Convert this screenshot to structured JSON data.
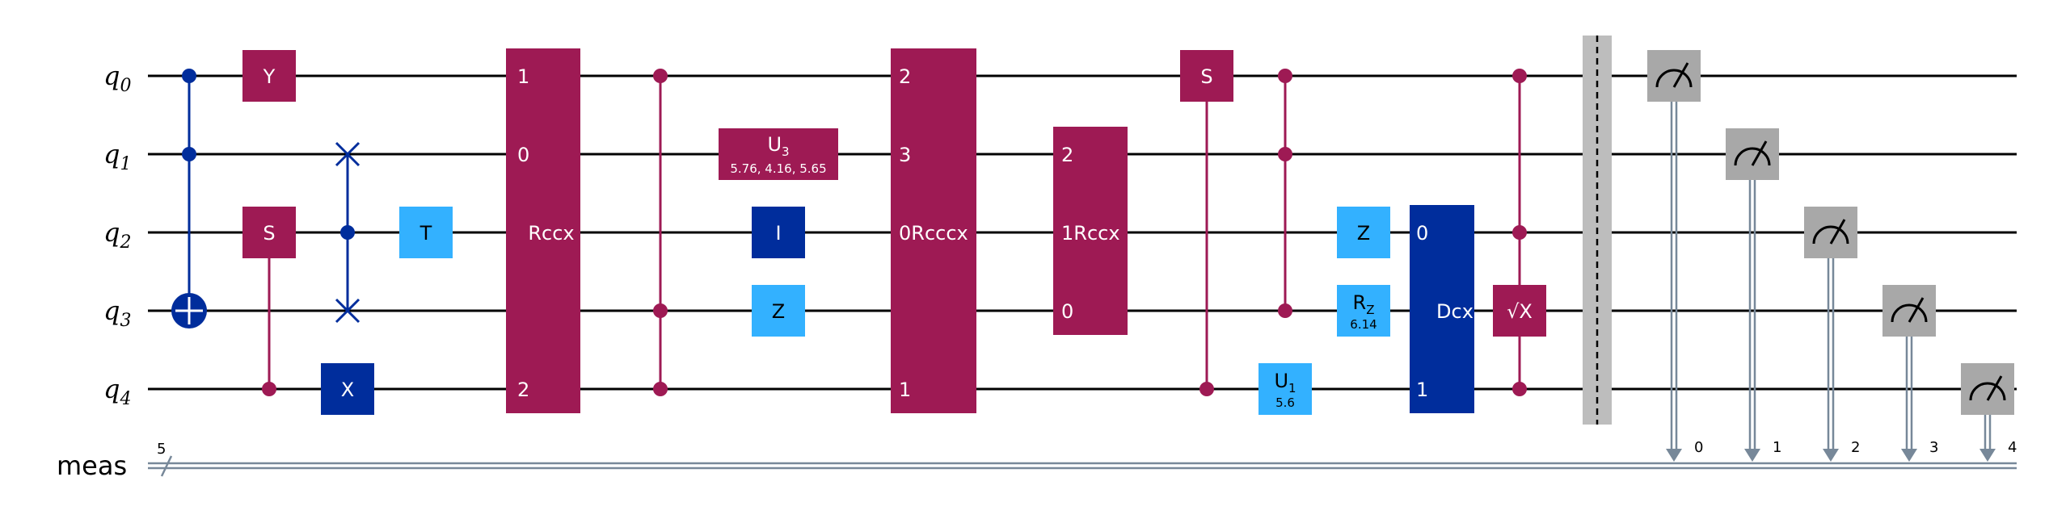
{
  "colors": {
    "maroon": "#9E1A54",
    "navy": "#002D9C",
    "cyan": "#33B1FF",
    "gray": "#A8A8A8",
    "wire": "#000000",
    "classical": "#778899"
  },
  "qubits": [
    {
      "name": "q",
      "index": "0"
    },
    {
      "name": "q",
      "index": "1"
    },
    {
      "name": "q",
      "index": "2"
    },
    {
      "name": "q",
      "index": "3"
    },
    {
      "name": "q",
      "index": "4"
    }
  ],
  "classical_register": {
    "name": "meas",
    "size": "5"
  },
  "gates": {
    "y": "Y",
    "s_q2": "S",
    "x_q4": "X",
    "t": "T",
    "rccx": {
      "label": "Rccx",
      "ports": [
        "1",
        "0",
        "2"
      ]
    },
    "u3": {
      "label": "U",
      "sub": "3",
      "params": "5.76, 4.16, 5.65"
    },
    "i": "I",
    "z_q3": "Z",
    "rcccx": {
      "label": "Rcccx",
      "ports": [
        "2",
        "3",
        "0",
        "1"
      ]
    },
    "rccx2": {
      "label": "Rccx",
      "ports": [
        "2",
        "1",
        "0"
      ]
    },
    "s_q0": "S",
    "u1": {
      "label": "U",
      "sub": "1",
      "params": "5.6"
    },
    "z_q2": "Z",
    "rz": {
      "label": "R",
      "sub": "Z",
      "params": "6.14"
    },
    "dcx": {
      "label": "Dcx",
      "ports": [
        "0",
        "1"
      ]
    },
    "sx": "√X"
  },
  "measure_indices": [
    "0",
    "1",
    "2",
    "3",
    "4"
  ]
}
